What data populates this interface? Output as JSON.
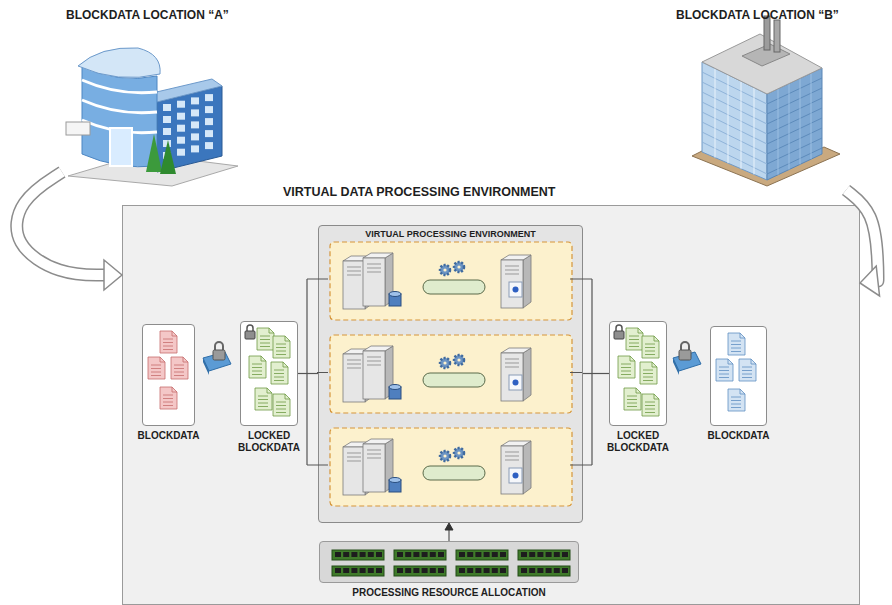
{
  "diagram": {
    "nodes": [
      {
        "text": [
          "BLOCKDATA LOCATION “A”"
        ]
      },
      {
        "text": [
          "BLOCKDATA LOCATION “B”"
        ]
      },
      {
        "text": [
          "VIRTUAL DATA PROCESSING ENVIRONMENT"
        ]
      },
      {
        "text": [
          "VIRTUAL PROCESSING ENVIRONMENT"
        ],
        "in": 2
      },
      {
        "text": [
          "BLOCKDATA"
        ],
        "in": 2
      },
      {
        "text": [
          "LOCKED BLOCKDATA"
        ],
        "in": 2
      },
      {
        "text": [
          "LOCKED BLOCKDATA"
        ],
        "in": 2
      },
      {
        "text": [
          "BLOCKDATA"
        ],
        "in": 2
      },
      {
        "text": [
          "PROCESSING RESOURCE ALLOCATION"
        ],
        "in": 2
      }
    ],
    "edges": [
      {
        "from": 0,
        "to": 2,
        "arrow": "to"
      },
      {
        "from": 1,
        "to": 2,
        "arrow": "to"
      },
      {
        "from": 5,
        "to": 3,
        "arrow": "none"
      },
      {
        "from": 3,
        "to": 6,
        "arrow": "none"
      },
      {
        "from": 8,
        "to": 3,
        "arrow": "to"
      }
    ]
  }
}
